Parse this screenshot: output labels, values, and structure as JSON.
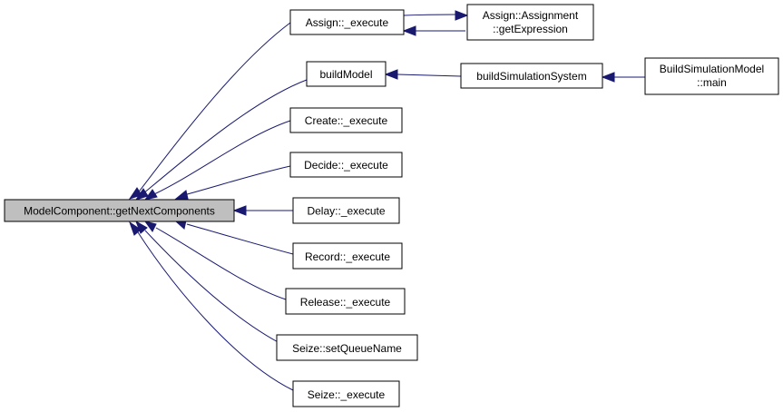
{
  "graph": {
    "edge_color": "#191970",
    "root_fill": "#bfbfbf",
    "nodes": {
      "root": {
        "lines": [
          "ModelComponent::getNextComponents"
        ]
      },
      "assign_execute": {
        "lines": [
          "Assign::_execute"
        ]
      },
      "assign_getexpression": {
        "lines": [
          "Assign::Assignment",
          "::getExpression"
        ]
      },
      "buildmodel": {
        "lines": [
          "buildModel"
        ]
      },
      "buildsimulationsystem": {
        "lines": [
          "buildSimulationSystem"
        ]
      },
      "buildsimulationmodel_main": {
        "lines": [
          "BuildSimulationModel",
          "::main"
        ]
      },
      "create_execute": {
        "lines": [
          "Create::_execute"
        ]
      },
      "decide_execute": {
        "lines": [
          "Decide::_execute"
        ]
      },
      "delay_execute": {
        "lines": [
          "Delay::_execute"
        ]
      },
      "record_execute": {
        "lines": [
          "Record::_execute"
        ]
      },
      "release_execute": {
        "lines": [
          "Release::_execute"
        ]
      },
      "seize_setqueuename": {
        "lines": [
          "Seize::setQueueName"
        ]
      },
      "seize_execute": {
        "lines": [
          "Seize::_execute"
        ]
      }
    },
    "edges": [
      {
        "from": "assign_execute",
        "to": "root"
      },
      {
        "from": "buildmodel",
        "to": "root"
      },
      {
        "from": "create_execute",
        "to": "root"
      },
      {
        "from": "decide_execute",
        "to": "root"
      },
      {
        "from": "delay_execute",
        "to": "root"
      },
      {
        "from": "record_execute",
        "to": "root"
      },
      {
        "from": "release_execute",
        "to": "root"
      },
      {
        "from": "seize_setqueuename",
        "to": "root"
      },
      {
        "from": "seize_execute",
        "to": "root"
      },
      {
        "from": "assign_getexpression",
        "to": "assign_execute"
      },
      {
        "from": "assign_execute",
        "to": "assign_getexpression"
      },
      {
        "from": "buildsimulationsystem",
        "to": "buildmodel"
      },
      {
        "from": "buildsimulationmodel_main",
        "to": "buildsimulationsystem"
      }
    ]
  }
}
